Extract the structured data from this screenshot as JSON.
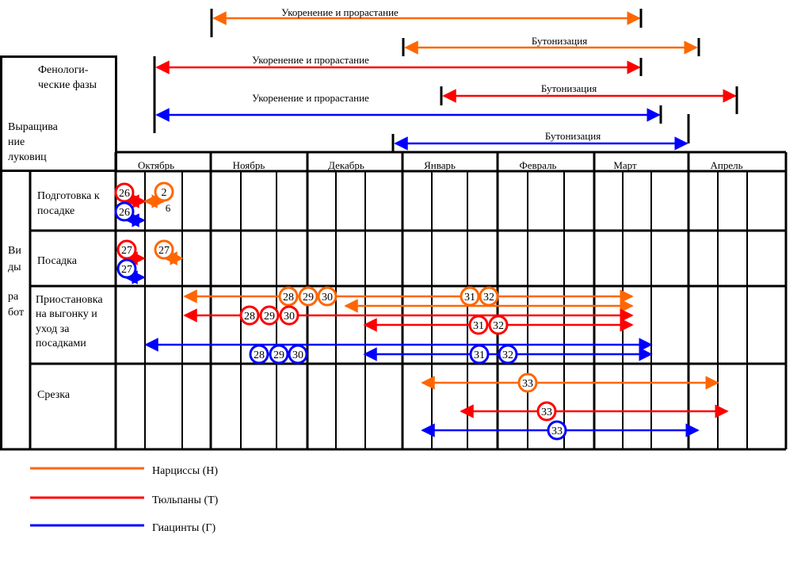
{
  "phases": [
    {
      "id": "n-rooting",
      "label": "Укоренение и прорастание",
      "color": "#FF6600"
    },
    {
      "id": "n-budding",
      "label": "Бутонизация",
      "color": "#FF6600"
    },
    {
      "id": "t-rooting",
      "label": "Укоренение и прорастание",
      "color": "#FF0000"
    },
    {
      "id": "t-budding",
      "label": "Бутонизация",
      "color": "#FF0000"
    },
    {
      "id": "g-rooting",
      "label": "Укоренение и прорастание",
      "color": "#0000FF"
    },
    {
      "id": "g-budding",
      "label": "Бутонизация",
      "color": "#0000FF"
    }
  ],
  "corner": {
    "phases_line1": "Фенологи-",
    "phases_line2": "ческие фазы",
    "growing_line1": "Выращива",
    "growing_line2": "ние",
    "growing_line3": "луковиц"
  },
  "work_types": {
    "line1": "Ви",
    "line2": "ды",
    "line3": "ра",
    "line4": "бот"
  },
  "months": [
    "Октябрь",
    "Ноябрь",
    "Декабрь",
    "Январь",
    "Февраль",
    "Март",
    "Апрель"
  ],
  "rows": [
    {
      "id": "prep",
      "lines": [
        "Подготовка к",
        "посадке"
      ]
    },
    {
      "id": "plant",
      "lines": [
        "Посадка"
      ]
    },
    {
      "id": "forcing",
      "lines": [
        "Приостановка",
        "на выгонку и",
        "уход за",
        "посадками"
      ]
    },
    {
      "id": "cut",
      "lines": [
        "Срезка"
      ]
    }
  ],
  "markers": [
    {
      "id": "m26a",
      "text": "26",
      "color": "#FF0000"
    },
    {
      "id": "m26b",
      "text": "2",
      "color": "#FF6600"
    },
    {
      "id": "m26b2",
      "text": "6",
      "color": "#000000"
    },
    {
      "id": "m26c",
      "text": "26",
      "color": "#0000FF"
    },
    {
      "id": "m27a",
      "text": "27",
      "color": "#FF0000"
    },
    {
      "id": "m27b",
      "text": "27",
      "color": "#FF6600"
    },
    {
      "id": "m27c",
      "text": "27",
      "color": "#0000FF"
    },
    {
      "id": "mo28",
      "text": "28",
      "color": "#FF6600"
    },
    {
      "id": "mo29",
      "text": "29",
      "color": "#FF6600"
    },
    {
      "id": "mo30",
      "text": "30",
      "color": "#FF6600"
    },
    {
      "id": "mo31",
      "text": "31",
      "color": "#FF6600"
    },
    {
      "id": "mo32",
      "text": "32",
      "color": "#FF6600"
    },
    {
      "id": "mr28",
      "text": "28",
      "color": "#FF0000"
    },
    {
      "id": "mr29",
      "text": "29",
      "color": "#FF0000"
    },
    {
      "id": "mr30",
      "text": "30",
      "color": "#FF0000"
    },
    {
      "id": "mr31",
      "text": "31",
      "color": "#FF0000"
    },
    {
      "id": "mr32",
      "text": "32",
      "color": "#FF0000"
    },
    {
      "id": "mb28",
      "text": "28",
      "color": "#0000FF"
    },
    {
      "id": "mb29",
      "text": "29",
      "color": "#0000FF"
    },
    {
      "id": "mb30",
      "text": "30",
      "color": "#0000FF"
    },
    {
      "id": "mb31",
      "text": "31",
      "color": "#0000FF"
    },
    {
      "id": "mb32",
      "text": "32",
      "color": "#0000FF"
    },
    {
      "id": "mo33",
      "text": "33",
      "color": "#FF6600"
    },
    {
      "id": "mr33",
      "text": "33",
      "color": "#FF0000"
    },
    {
      "id": "mb33",
      "text": "33",
      "color": "#0000FF"
    }
  ],
  "legend": [
    {
      "id": "n",
      "label": "Нарциссы (Н)",
      "color": "#FF6600"
    },
    {
      "id": "t",
      "label": "Тюльпаны (Т)",
      "color": "#FF0000"
    },
    {
      "id": "g",
      "label": "Гиацинты (Г)",
      "color": "#0000FF"
    }
  ]
}
